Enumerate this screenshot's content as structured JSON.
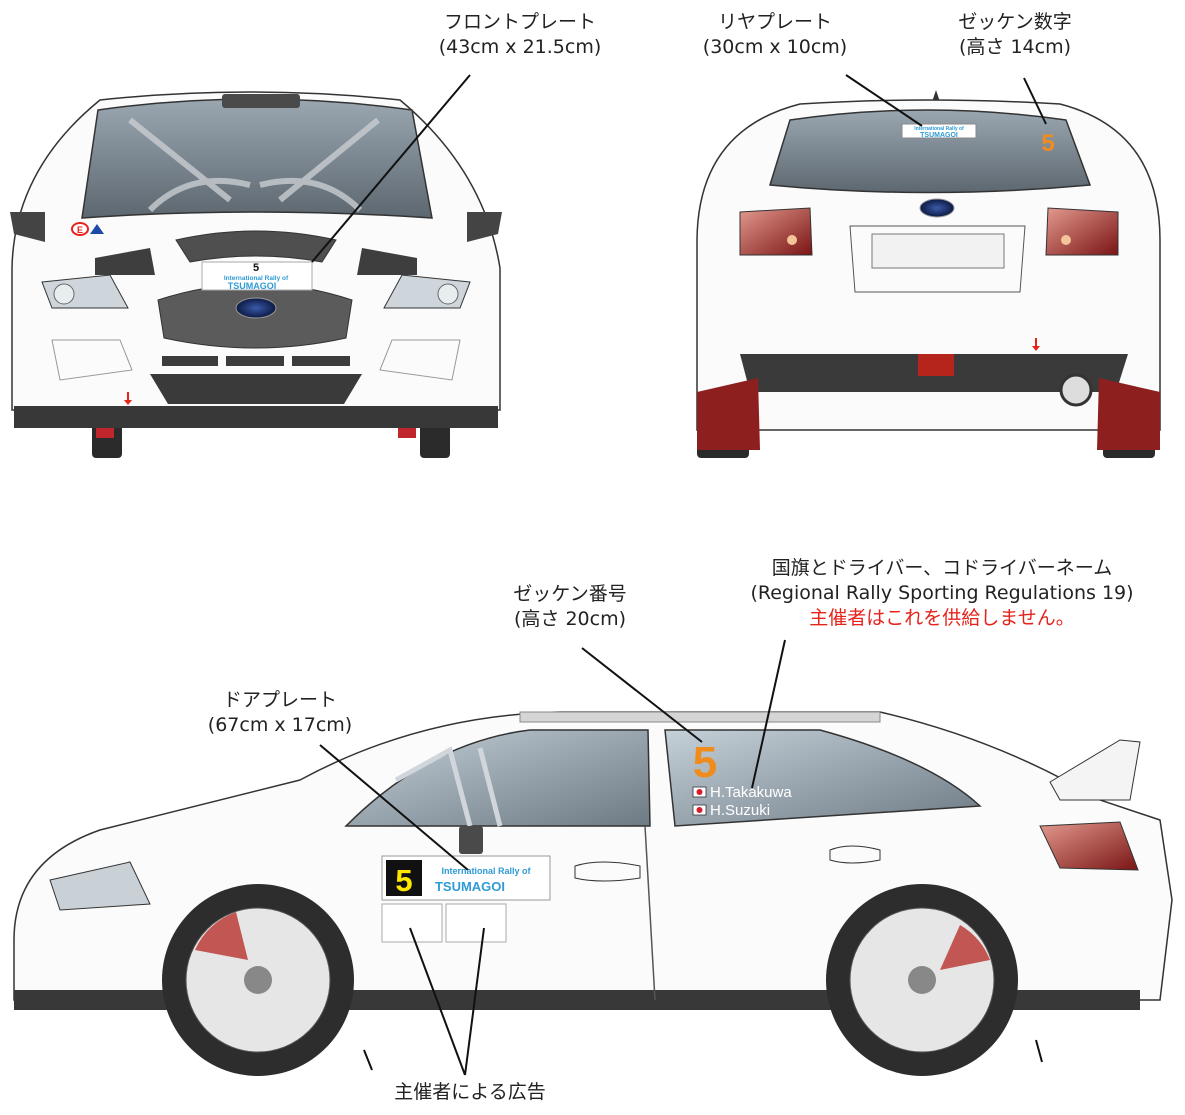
{
  "labels": {
    "front_plate": {
      "title": "フロントプレート",
      "size": "(43cm x 21.5cm)"
    },
    "rear_plate": {
      "title": "リヤプレート",
      "size": "(30cm x 10cm)"
    },
    "rear_number": {
      "title": "ゼッケン数字",
      "size": "(高さ 14cm)"
    },
    "flags_names": {
      "title": "国旗とドライバー、コドライバーネーム",
      "regulation": "(Regional Rally Sporting Regulations 19)",
      "notice": "主催者はこれを供給しません。"
    },
    "side_number": {
      "title": "ゼッケン番号",
      "size": "(高さ 20cm)"
    },
    "door_plate": {
      "title": "ドアプレート",
      "size": "(67cm x 17cm)"
    },
    "organizer_ads": {
      "title": "主催者による広告"
    }
  },
  "car": {
    "number": "5",
    "event_line1": "International Rally of",
    "event_line2": "TSUMAGOI",
    "driver": "H.Takakuwa",
    "codriver": "H.Suzuki",
    "front_badge": "E"
  },
  "colors": {
    "number_orange": "#f08c1e",
    "number_yellow": "#ffe600",
    "event_blue": "#2f9bd7",
    "notice_red": "#e5231b",
    "mudflap": "#8e1f1f"
  }
}
